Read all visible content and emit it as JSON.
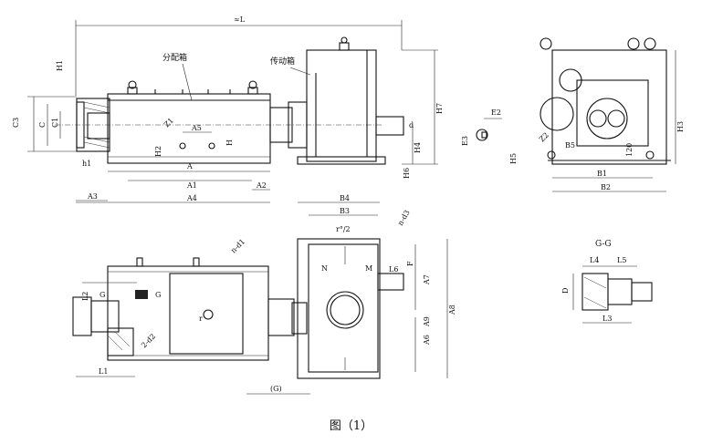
{
  "caption": "图（1）",
  "labels": {
    "distribution_box": "分配箱",
    "transmission_box": "传动箱",
    "section_gg": "G-G"
  },
  "dims": {
    "total_length": "≈L",
    "H1": "H1",
    "C3": "C3",
    "C": "C",
    "C1": "C1",
    "Z1": "Z1",
    "A5": "A5",
    "H": "H",
    "h1": "h1",
    "A": "A",
    "A1": "A1",
    "A2": "A2",
    "A3": "A3",
    "A4": "A4",
    "H2": "H2",
    "H4": "H4",
    "H6": "H6",
    "H7": "H7",
    "d": "d",
    "E2": "E2",
    "E3": "E3",
    "Z2": "Z2",
    "B5": "B5",
    "dim_120": "120",
    "H5": "H5",
    "B1": "B1",
    "B2": "B2",
    "H3": "H3",
    "B4": "B4",
    "B3": "B3",
    "r_over_2": "r°/2",
    "n_d3": "n-d3",
    "n_d1": "n-d1",
    "L6": "L6",
    "F": "F",
    "A7": "A7",
    "A8": "A8",
    "A9": "A9",
    "A6": "A6",
    "L2": "L2",
    "G1": "G",
    "G2": "G",
    "r": "r",
    "two_d2": "2-d2",
    "L1": "L1",
    "paren_G": "(G)",
    "N1": "N",
    "M": "M",
    "L4": "L4",
    "L5": "L5",
    "D": "D",
    "L3": "L3"
  }
}
